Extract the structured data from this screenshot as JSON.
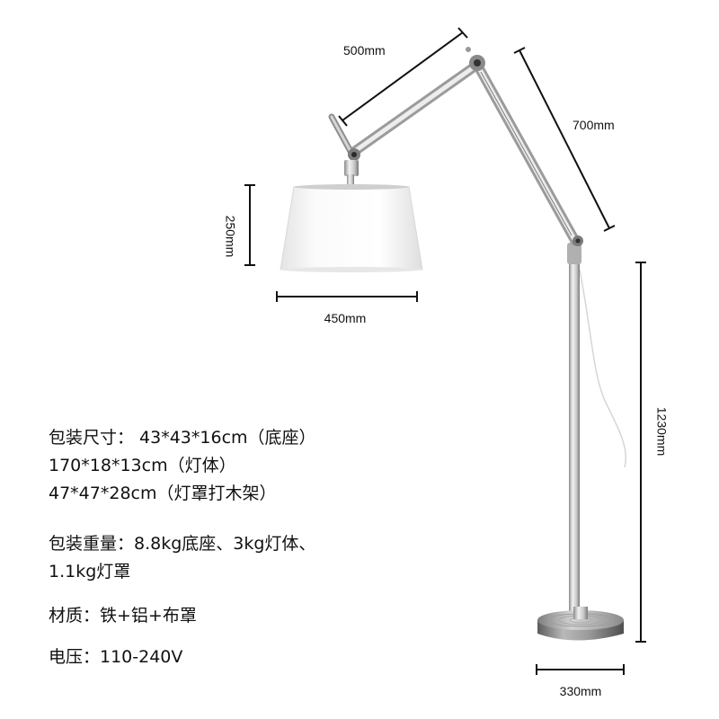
{
  "dimensions": {
    "arm_upper": "500mm",
    "arm_lower": "700mm",
    "shade_height": "250mm",
    "shade_width": "450mm",
    "pole_height": "1230mm",
    "base_width": "330mm"
  },
  "specs": {
    "package_size_lines": [
      "包装尺寸： 43*43*16cm（底座）",
      "170*18*13cm（灯体）",
      "47*47*28cm（灯罩打木架）"
    ],
    "package_weight_lines": [
      "包装重量：8.8kg底座、3kg灯体、",
      "1.1kg灯罩"
    ],
    "material": "材质：铁+铝+布罩",
    "voltage": "电压：110-240V"
  }
}
